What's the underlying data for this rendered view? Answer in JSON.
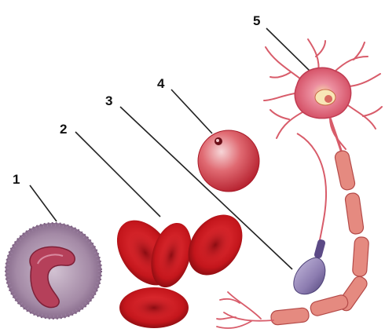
{
  "labels": [
    {
      "id": "1",
      "text": "1"
    },
    {
      "id": "2",
      "text": "2"
    },
    {
      "id": "3",
      "text": "3"
    },
    {
      "id": "4",
      "text": "4"
    },
    {
      "id": "5",
      "text": "5"
    }
  ],
  "colors": {
    "red_blood_cell": "#c4161c",
    "red_blood_cell_dark": "#7a0a0e",
    "leukocyte": "#a48aa6",
    "leukocyte_nucleus": "#b5405a",
    "neuron": "#d85c6a",
    "myelin": "#e58a80",
    "sperm_head": "#9a8ab8",
    "egg_cell": "#d6404e",
    "leader_line": "#222222"
  }
}
